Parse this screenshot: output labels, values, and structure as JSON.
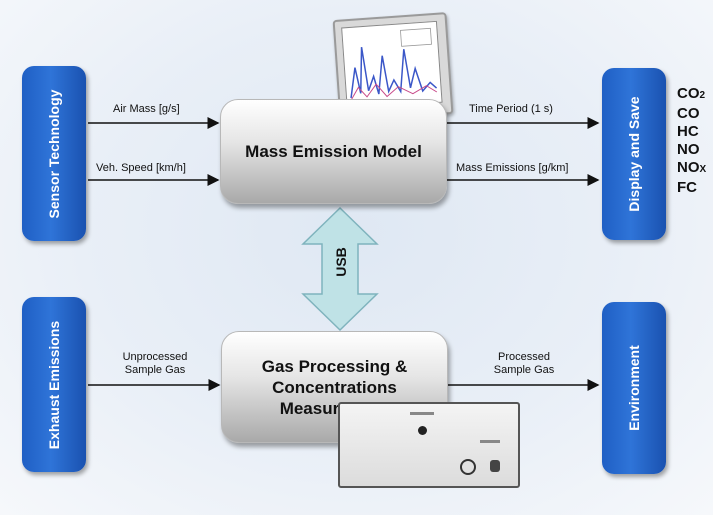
{
  "left_boxes": {
    "top": "Sensor Technology",
    "bottom": "Exhaust Emissions"
  },
  "right_boxes": {
    "top": "Display and Save",
    "bottom": "Environment"
  },
  "center_boxes": {
    "model": "Mass Emission Model",
    "gas_line1": "Gas Processing &",
    "gas_line2": "Concentrations",
    "gas_line3": "Measurement"
  },
  "inputs": {
    "air_mass": "Air Mass [g/s]",
    "veh_speed": "Veh. Speed [km/h]"
  },
  "outputs": {
    "time_period": "Time Period (1 s)",
    "mass_emissions": "Mass Emissions [g/km]"
  },
  "gas_flow": {
    "unprocessed_1": "Unprocessed",
    "unprocessed_2": "Sample Gas",
    "processed_1": "Processed",
    "processed_2": "Sample Gas"
  },
  "usb_label": "USB",
  "pollutants": {
    "co2_base": "CO",
    "co2_sub": "2",
    "co": "CO",
    "hc": "HC",
    "no": "NO",
    "nox_base": "NO",
    "nox_sub": "X",
    "fc": "FC"
  },
  "colors": {
    "box_blue": "#2a68cc",
    "arrow_teal": "#bfe2e6",
    "background": "#e3ebf5"
  },
  "icons": [
    "laptop-screen",
    "measurement-device"
  ]
}
